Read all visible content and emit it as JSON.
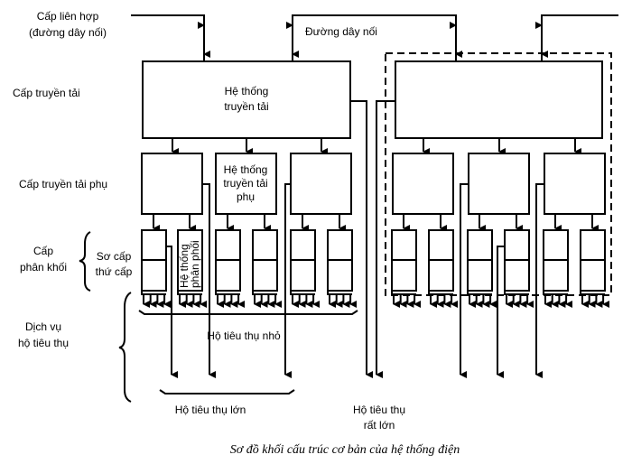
{
  "labels": {
    "interconnect_level": [
      "Cấp liên hợp",
      "(đường dây nối)"
    ],
    "tie_line": "Đường dây nối",
    "transmission_level": "Cấp truyền tải",
    "subtransmission_level": "Cấp truyền tải phụ",
    "distribution_level": [
      "Cấp",
      "phân khối"
    ],
    "primary_secondary": [
      "Sơ cấp",
      "thứ cấp"
    ],
    "consumer_service": [
      "Dịch vụ",
      "hộ tiêu thụ"
    ],
    "transmission_system": [
      "Hệ thống",
      "truyền tải"
    ],
    "subtransmission_system": [
      "Hệ thống",
      "truyền tải",
      "phụ"
    ],
    "distribution_system": [
      "Hệ thống",
      "phân phối"
    ],
    "small_consumers": "Hộ tiêu thụ nhỏ",
    "large_consumers": "Hộ tiêu thụ lớn",
    "very_large_consumers": [
      "Hộ tiêu thụ",
      "rất lớn"
    ]
  },
  "caption": "Sơ đồ khối cấu trúc cơ bản của hệ thống điện"
}
